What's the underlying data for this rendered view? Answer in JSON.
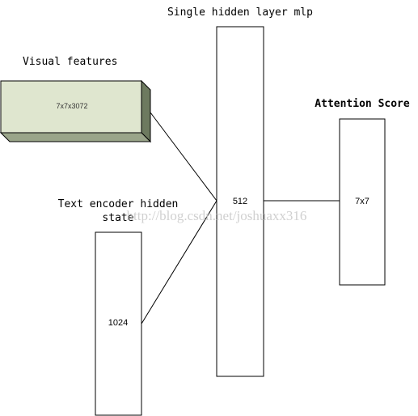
{
  "title": "Single hidden layer mlp",
  "visual_features": {
    "label": "Visual features",
    "dims": "7x7x3072",
    "front_color": "#dfe6cf",
    "top_color": "#9aa58a",
    "side_color": "#6d7a5f"
  },
  "text_encoder": {
    "label_line1": "Text encoder hidden",
    "label_line2": "state",
    "dims": "1024"
  },
  "hidden_layer": {
    "dims": "512"
  },
  "attention": {
    "label": "Attention Score",
    "dims": "7x7"
  },
  "watermark": "http://blog.csdn.net/joshuaxx316"
}
